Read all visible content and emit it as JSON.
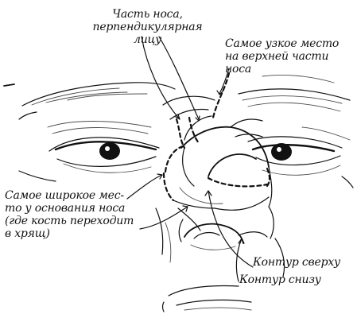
{
  "labels": {
    "label_1": "Часть носа,\nперпендикулярная лицу",
    "label_2": "Самое узкое место\nна верхней части носа",
    "label_3": "Самое широкое мес-\nто у основания носа\n(где кость переходит\nв хрящ)",
    "label_4": "Контур сверху",
    "label_5": "Контур снизу"
  }
}
